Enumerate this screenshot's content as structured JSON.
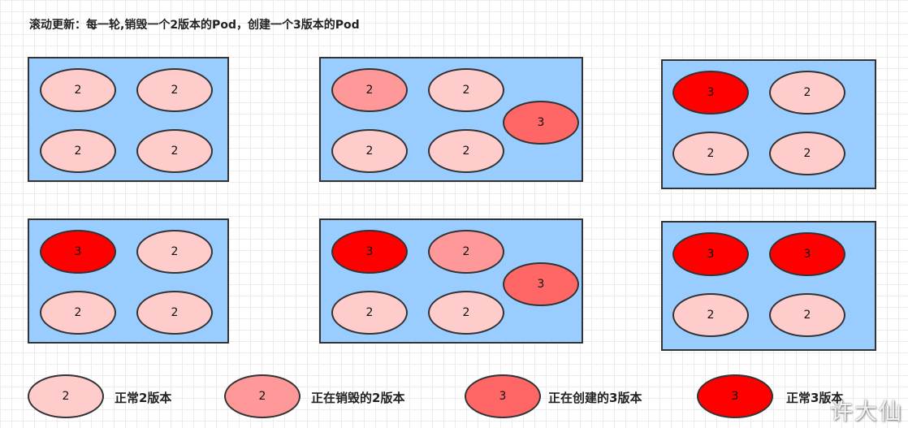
{
  "title": "滚动更新：每一轮,销毁一个2版本的Pod，创建一个3版本的Pod",
  "pod_labels": {
    "v2": "2",
    "v3": "3"
  },
  "legend": [
    {
      "pod_label": "2",
      "text": "正常2版本",
      "color": "#ffcccc"
    },
    {
      "pod_label": "2",
      "text": "正在销毁的2版本",
      "color": "#ff9999"
    },
    {
      "pod_label": "3",
      "text": "正在创建的3版本",
      "color": "#ff6666"
    },
    {
      "pod_label": "3",
      "text": "正常3版本",
      "color": "#ff0000"
    }
  ],
  "colors": {
    "box_fill": "#99ccff",
    "normal_v2": "#ffcccc",
    "deleting_v2": "#ff9999",
    "creating_v3": "#ff6666",
    "normal_v3": "#ff0000"
  },
  "watermark": "许大仙"
}
